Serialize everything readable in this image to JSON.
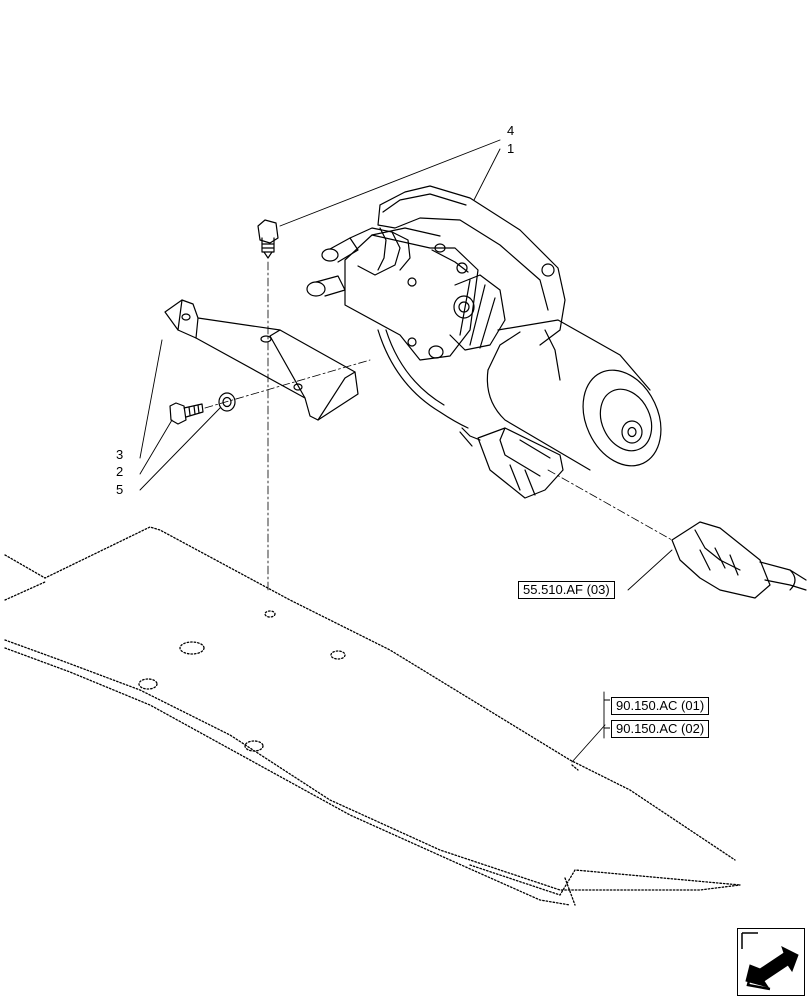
{
  "callouts": {
    "c1": "1",
    "c2": "2",
    "c3": "3",
    "c4": "4",
    "c5": "5"
  },
  "references": {
    "connector_ref": "55.510.AF (03)",
    "cab_ref_1": "90.150.AC (01)",
    "cab_ref_2": "90.150.AC (02)"
  },
  "icons": {
    "nav": "next-page-arrow-icon"
  }
}
